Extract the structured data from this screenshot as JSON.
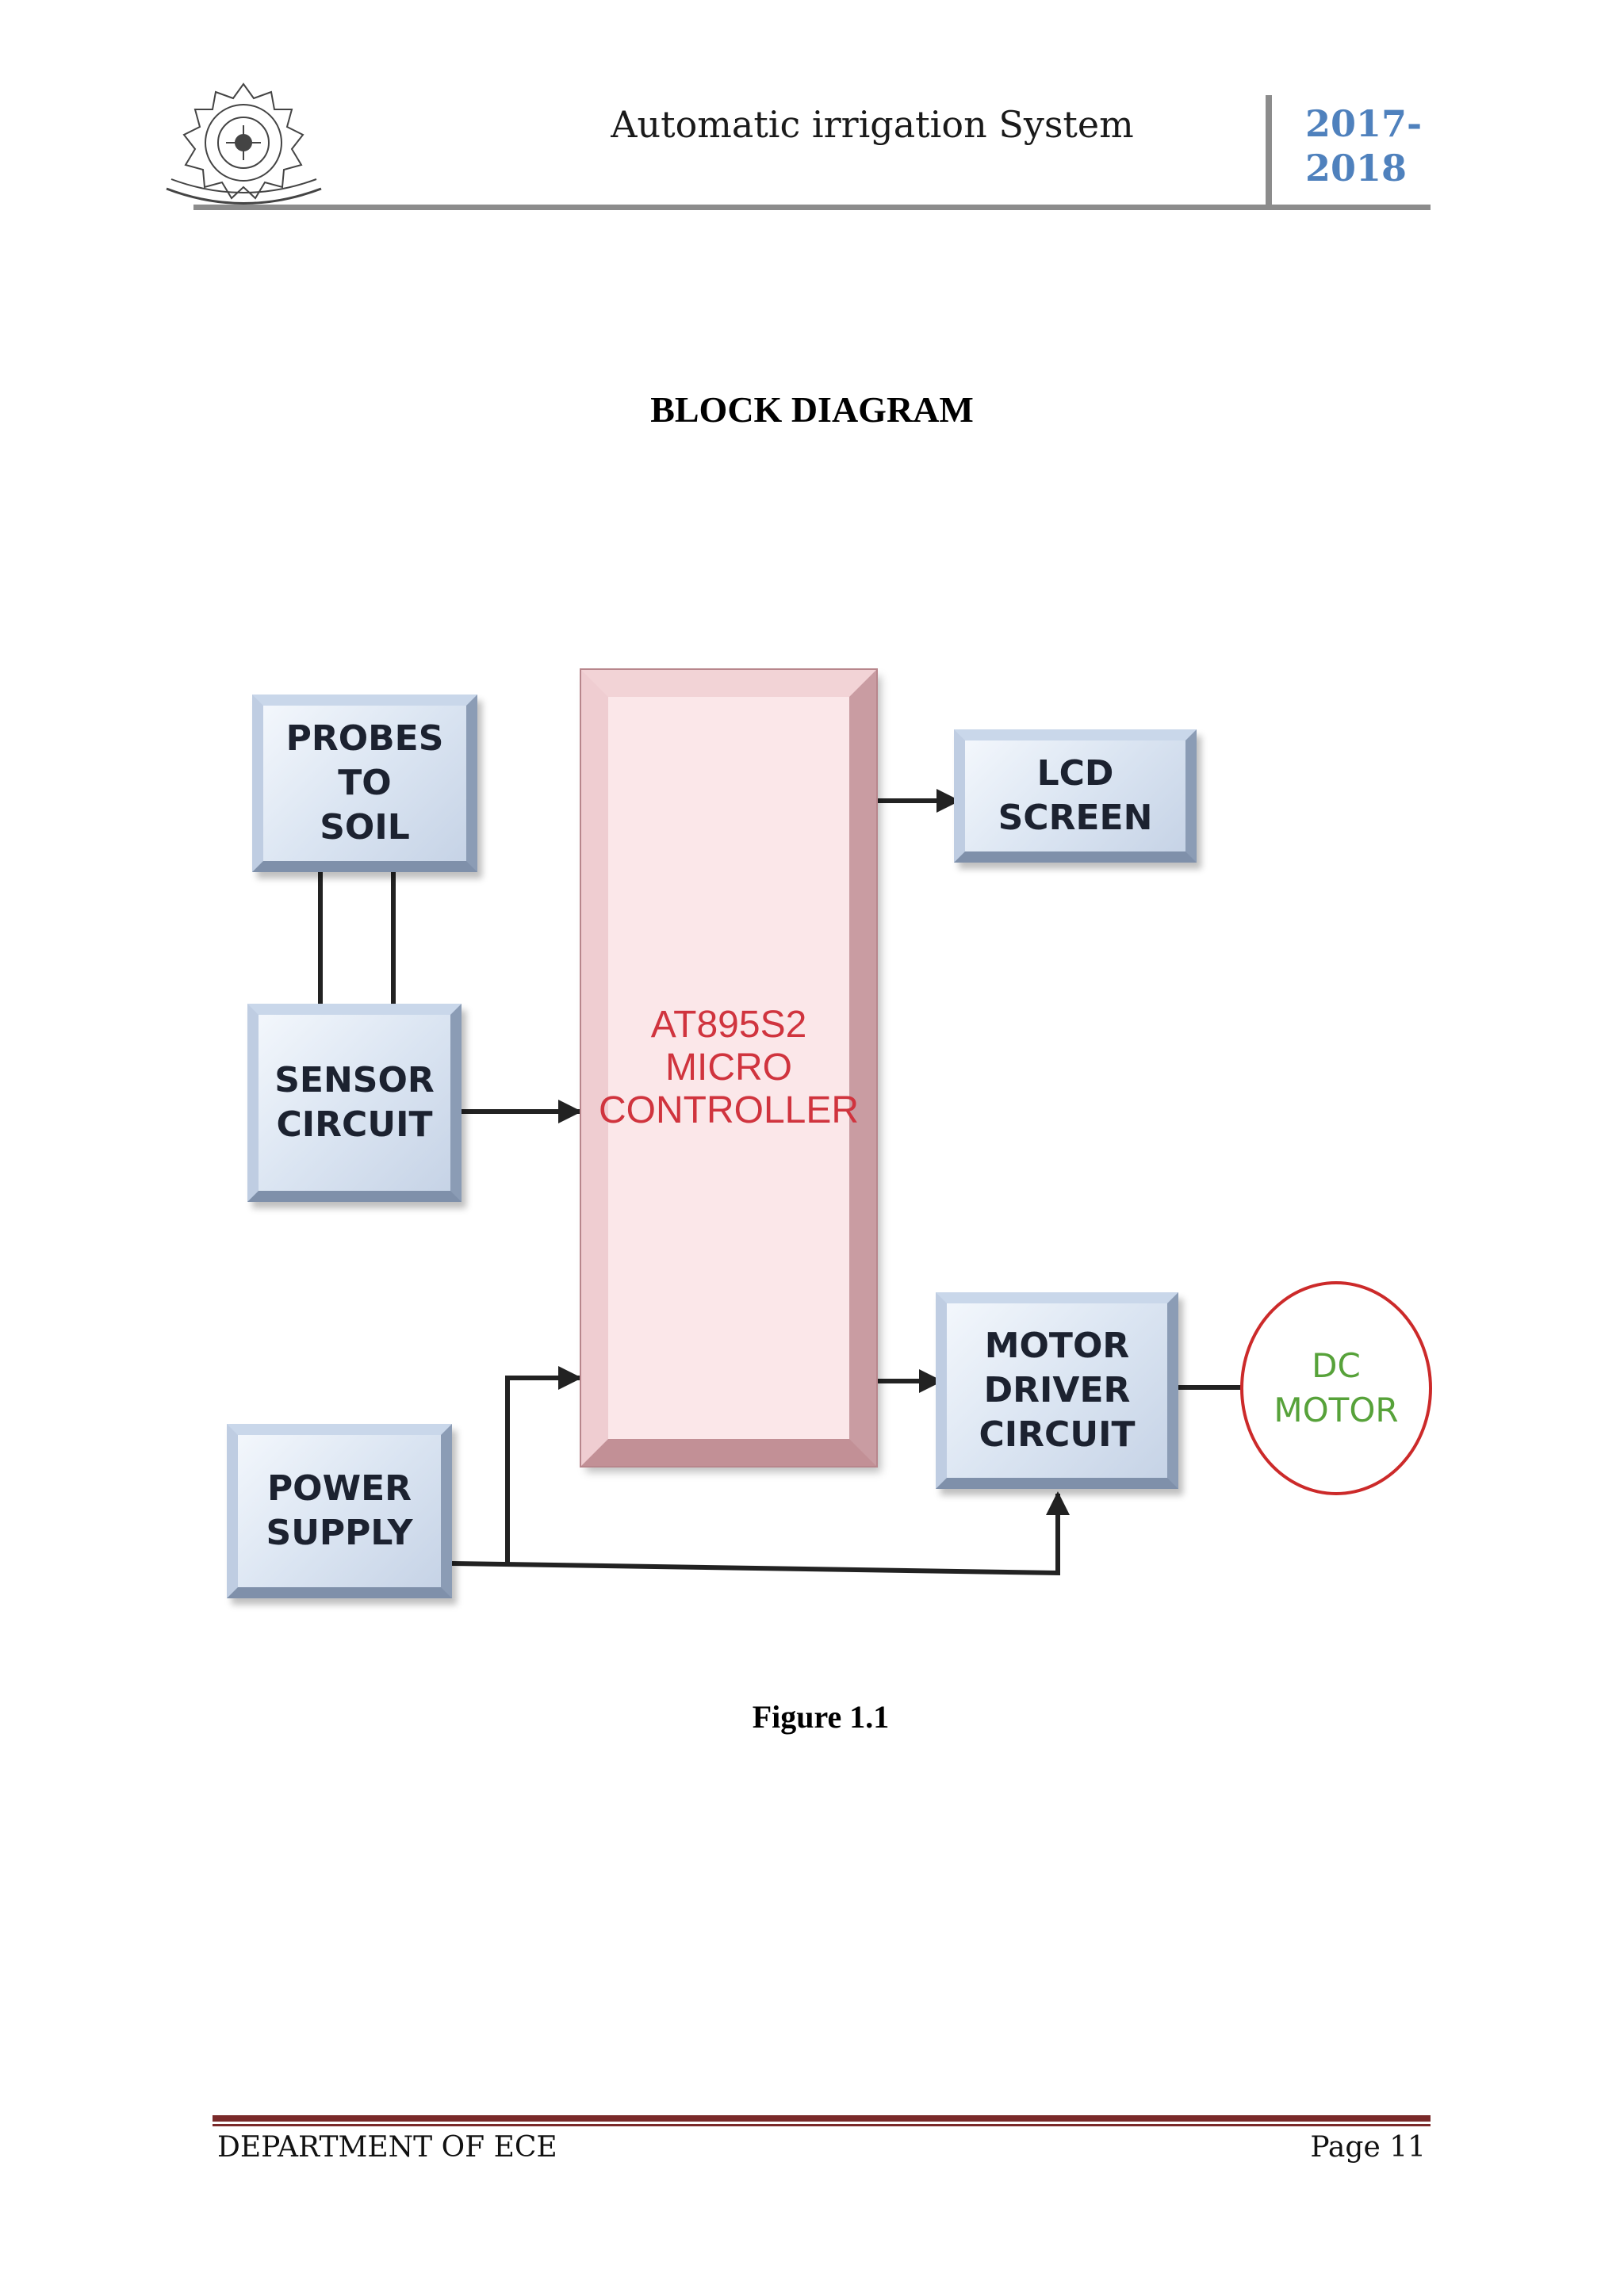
{
  "header": {
    "title": "Automatic irrigation  System",
    "year": "2017-\n2018",
    "logo": "institution-seal"
  },
  "section_title": "BLOCK DIAGRAM",
  "diagram": {
    "blocks": {
      "probes": "PROBES TO\nSOIL",
      "sensor": "SENSOR\nCIRCUIT",
      "power": "POWER\nSUPPLY",
      "mcu": "AT895S2\nMICRO\nCONTROLLER",
      "lcd": "LCD SCREEN",
      "motor_driver": "MOTOR\nDRIVER\nCIRCUIT",
      "dc_motor": "DC\nMOTOR"
    },
    "colors": {
      "block_fill": "#dbe5f2",
      "mcu_fill": "#fbe7e9",
      "mcu_text": "#d0343e",
      "dc_circle": "#cc2a2a",
      "dc_text": "#57a23a",
      "year_text": "#4f81bd"
    }
  },
  "caption": "Figure 1.1",
  "footer": {
    "left": "DEPARTMENT OF ECE",
    "right": "Page 11"
  }
}
